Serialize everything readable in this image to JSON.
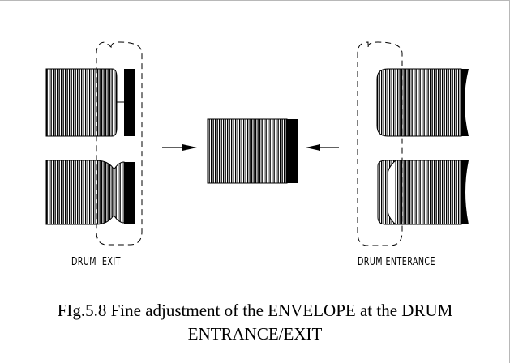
{
  "labels": {
    "left": "DRUM  EXIT",
    "right": "DRUM ENTERANCE"
  },
  "caption": {
    "line1": "FIg.5.8 Fine adjustment of the ENVELOPE at the DRUM",
    "line2": "ENTRANCE/EXIT"
  },
  "colors": {
    "ink": "#000000",
    "frame": "#b8b8b8"
  }
}
